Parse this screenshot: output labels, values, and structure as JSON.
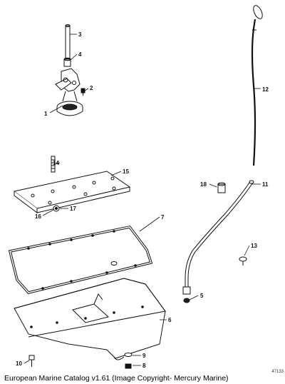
{
  "caption": "European Marine Catalog v1.61 (Image Copyright- Mercury Marine)",
  "drawing_number": "47133",
  "callouts": {
    "c1": "1",
    "c2": "2",
    "c3": "3",
    "c4": "4",
    "c5": "5",
    "c6": "6",
    "c7": "7",
    "c8": "8",
    "c9": "9",
    "c10": "10",
    "c11": "11",
    "c12": "12",
    "c13": "13",
    "c14": "14",
    "c15": "15",
    "c16": "16",
    "c17": "17",
    "c18": "18"
  }
}
